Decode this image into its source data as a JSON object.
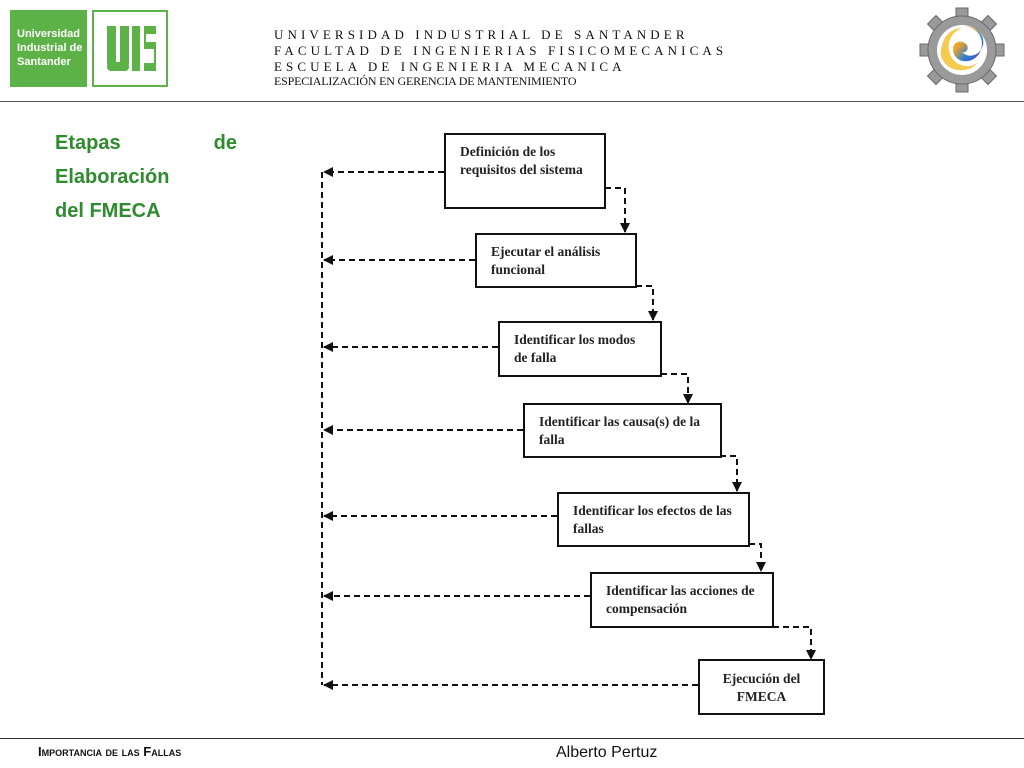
{
  "header": {
    "logo_text": "Universidad Industrial de Santander",
    "logo_mono": "UIS",
    "line1": "UNIVERSIDAD INDUSTRIAL DE SANTANDER",
    "line2": "FACULTAD DE  INGENIERIAS FISICOMECANICAS",
    "line3": "ESCUELA DE INGENIERIA MECANICA",
    "line4": "ESPECIALIZACIÓN EN GERENCIA DE MANTENIMIENTO"
  },
  "title": {
    "word1": "Etapas",
    "word2": "de",
    "line2": "Elaboración",
    "line3": "del FMECA"
  },
  "diagram": {
    "steps": [
      "Definición de los requisitos del sistema",
      "Ejecutar el análisis funcional",
      "Identificar los modos de falla",
      "Identificar las causa(s) de la falla",
      "Identificar los efectos de las fallas",
      "Identificar las acciones de compensación",
      "Ejecución del FMECA"
    ]
  },
  "footer": {
    "left": "Importancia de las Fallas",
    "right": "Alberto Pertuz"
  },
  "colors": {
    "title_green": "#2e8b2e",
    "logo_green": "#5db247"
  }
}
